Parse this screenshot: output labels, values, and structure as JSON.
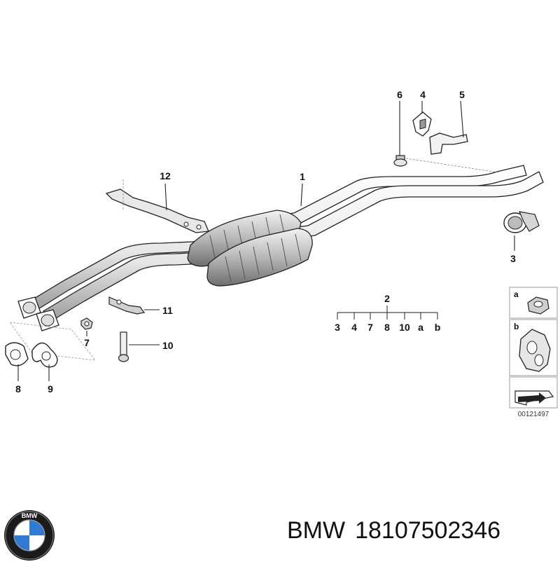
{
  "diagram": {
    "callouts": {
      "c1": "1",
      "c2": "2",
      "c3": "3",
      "c4": "4",
      "c5": "5",
      "c6": "6",
      "c7": "7",
      "c8": "8",
      "c9": "9",
      "c10": "10",
      "c11": "11",
      "c12": "12"
    },
    "kit_items": [
      "3",
      "4",
      "7",
      "8",
      "10",
      "a",
      "b"
    ],
    "legend": {
      "a_label": "a",
      "b_label": "b"
    },
    "image_code": "00121497"
  },
  "footer": {
    "brand": "BMW",
    "part_number": "18107502346",
    "logo_letters": "BMW"
  },
  "colors": {
    "line": "#222222",
    "shade": "#9a9a9a",
    "light_shade": "#d6d6d6",
    "bmw_blue": "#2f7bd3"
  }
}
